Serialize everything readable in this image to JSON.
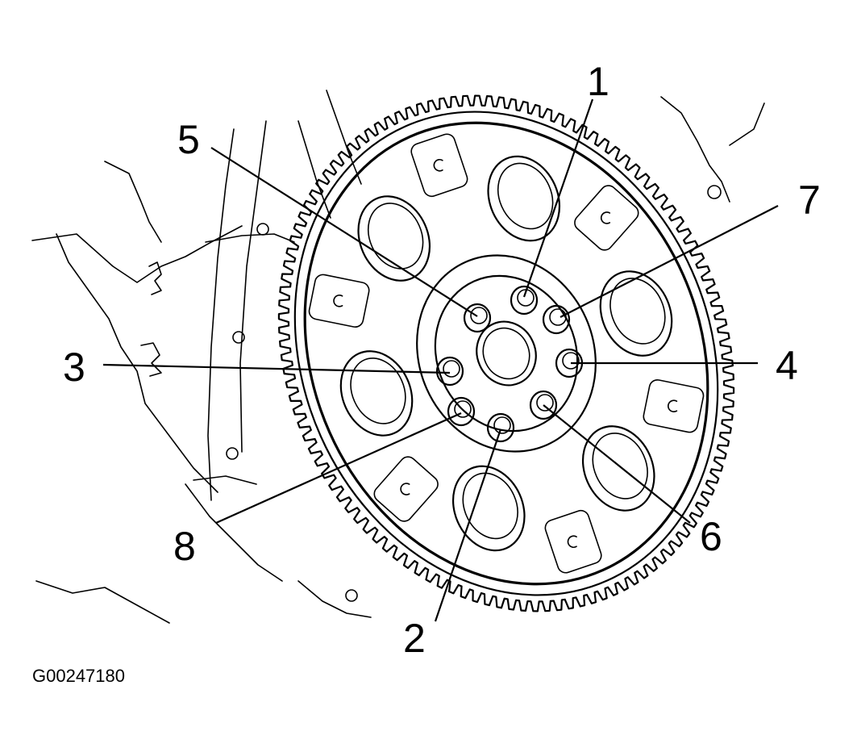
{
  "diagram": {
    "callouts": [
      {
        "number": "1",
        "bolt": "top"
      },
      {
        "number": "2",
        "bolt": "bottom"
      },
      {
        "number": "3",
        "bolt": "left"
      },
      {
        "number": "4",
        "bolt": "right"
      },
      {
        "number": "5",
        "bolt": "upper-left"
      },
      {
        "number": "6",
        "bolt": "lower-right"
      },
      {
        "number": "7",
        "bolt": "upper-right"
      },
      {
        "number": "8",
        "bolt": "lower-left"
      }
    ],
    "figure_code": "G00247180"
  },
  "colors": {
    "line": "#000000",
    "background": "#ffffff"
  }
}
